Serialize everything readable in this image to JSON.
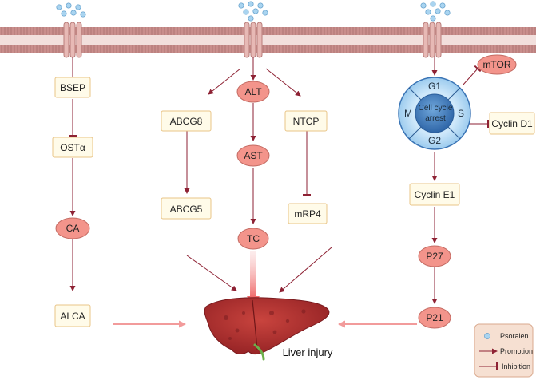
{
  "colors": {
    "membrane": "#c98e8c",
    "membrane_dark": "#b06f6d",
    "box_fill": "#fffbe9",
    "box_stroke": "#e8c487",
    "oval_fill": "#f3948b",
    "oval_stroke": "#c46b63",
    "arrow": "#8e2234",
    "psoralen": "#a9d4f0",
    "cycle_outer": "#bfe0f6",
    "cycle_inner": "#3f7fc3",
    "liver": "#b5312f",
    "legend_fill": "#f6e0d2",
    "legend_stroke": "#d9a98e"
  },
  "nodes": {
    "bsep": "BSEP",
    "ost": "OSTα",
    "ca": "CA",
    "alca": "ALCA",
    "abcg8": "ABCG8",
    "abcg5": "ABCG5",
    "alt": "ALT",
    "ast": "AST",
    "tc": "TC",
    "ntcp": "NTCP",
    "mrp4": "mRP4",
    "mtor": "mTOR",
    "cyclin_d1": "Cyclin D1",
    "cyclin_e1": "Cyclin E1",
    "p27": "P27",
    "p21": "P21"
  },
  "cell_cycle": {
    "g1": "G1",
    "s": "S",
    "g2": "G2",
    "m": "M",
    "center_line1": "Cell cycle",
    "center_line2": "arrest"
  },
  "outcome": "Liver injury",
  "legend": {
    "psoralen": "Psoralen",
    "promotion": "Promotion",
    "inhibition": "Inhibition"
  }
}
